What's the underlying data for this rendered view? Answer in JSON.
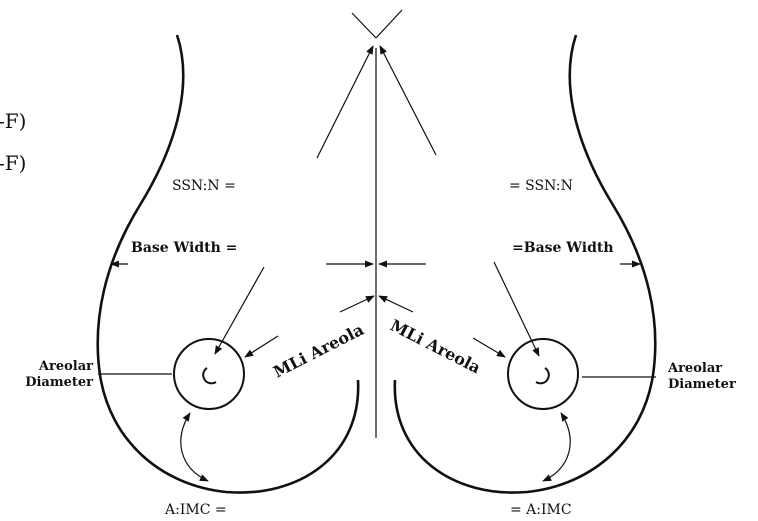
{
  "labels": {
    "ssn_left": "SSN:N =",
    "ssn_right": "= SSN:N",
    "base_width_left": "Base Width =",
    "base_width_right": "=Base Width",
    "mli_left": "MLi Areola",
    "mli_right": "MLi Areola",
    "areolar_left_1": "Areolar",
    "areolar_left_2": "Diameter",
    "areolar_right_1": "Areolar",
    "areolar_right_2": "Diameter",
    "aimc_left": "A:IMC =",
    "aimc_right": "= A:IMC",
    "cropped_1": "-F)",
    "cropped_2": "-F)"
  },
  "colors": {
    "line": "#111111",
    "background": "#ffffff"
  }
}
